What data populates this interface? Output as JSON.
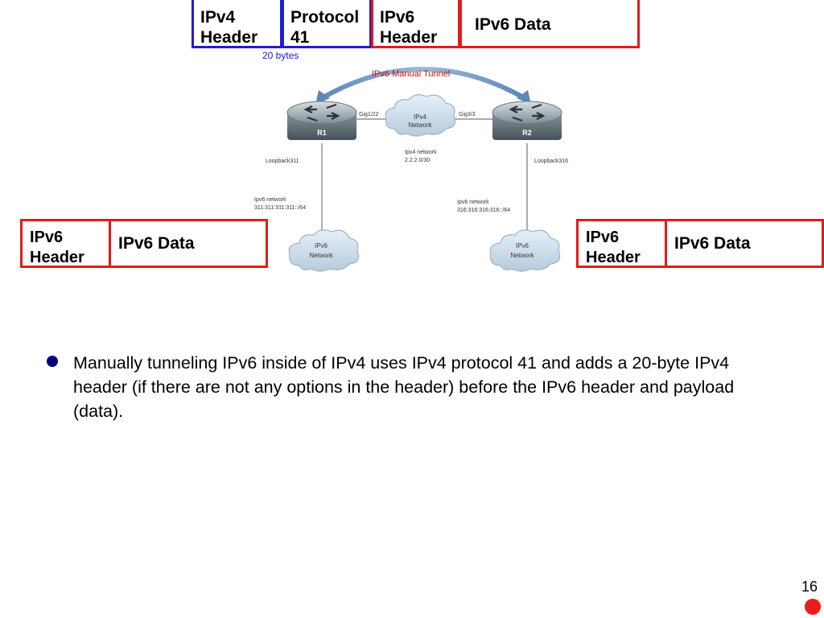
{
  "top_packet": {
    "ipv4_header_line1": "IPv4",
    "ipv4_header_line2": "Header",
    "protocol_line1": "Protocol",
    "protocol_line2": "41",
    "ipv6_header_line1": "IPv6",
    "ipv6_header_line2": "Header",
    "ipv6_data": "IPv6 Data",
    "size_note": "20 bytes"
  },
  "left_packet": {
    "ipv6_header_line1": "IPv6",
    "ipv6_header_line2": "Header",
    "ipv6_data": "IPv6 Data"
  },
  "right_packet": {
    "ipv6_header_line1": "IPv6",
    "ipv6_header_line2": "Header",
    "ipv6_data": "IPv6 Data"
  },
  "diagram": {
    "tunnel_label": "IPv6 Manual Tunnel",
    "r1_label": "R1",
    "r2_label": "R2",
    "r1_interface": "Gig1/22",
    "r2_interface": "Gig3/3",
    "ipv4_cloud_line1": "IPv4",
    "ipv4_cloud_line2": "Network",
    "ipv4_network_line1": "Ipv4 network",
    "ipv4_network_line2": "2.2.2.0/30",
    "r1_loopback": "Loopback311",
    "r2_loopback": "Loopback316",
    "left_net_line1": "Ipv6 network",
    "left_net_line2": "311:311:311:311::/64",
    "right_net_line1": "Ipv6 network",
    "right_net_line2": "316:316:316:316::/64",
    "ipv6_cloud_line1": "IPv6",
    "ipv6_cloud_line2": "Network"
  },
  "bullet": {
    "text": "Manually tunneling IPv6 inside of IPv4 uses IPv4 protocol 41 and adds a 20-byte IPv4 header (if there are not any options in the header) before the IPv6 header and payload (data)."
  },
  "page_number": "16",
  "colors": {
    "blue_border": "#1f1fcc",
    "red_border": "#e31b1b",
    "tunnel_label": "#cc1111",
    "size_note": "#1a1acc",
    "bullet": "#00007f"
  }
}
